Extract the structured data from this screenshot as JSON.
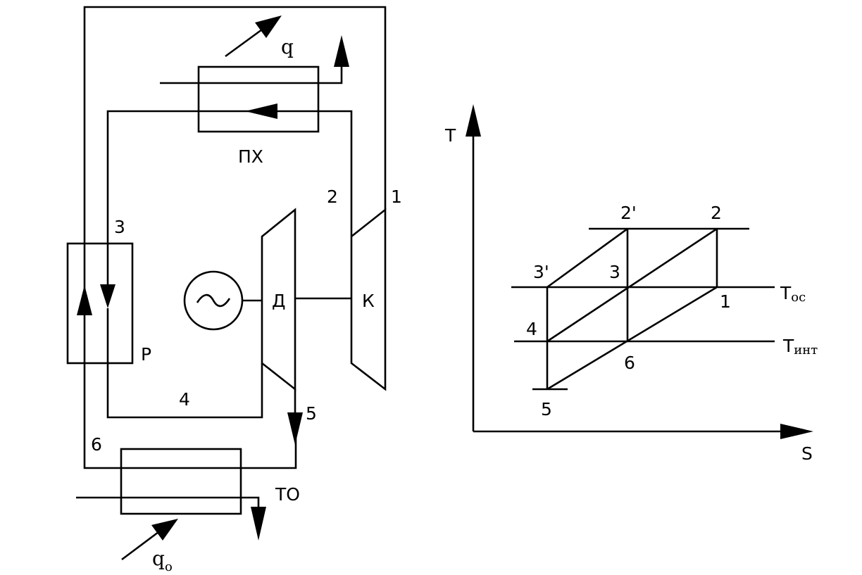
{
  "schematic": {
    "heat_out": "q",
    "heat_in_base": "q",
    "heat_in_sub": "o",
    "cooler_label": "ПХ",
    "regenerator_label": "Р",
    "expander_label": "Д",
    "compressor_label": "К",
    "heat_exchanger_label": "ТО",
    "points": {
      "p1": "1",
      "p2": "2",
      "p3": "3",
      "p4": "4",
      "p5": "5",
      "p6": "6"
    }
  },
  "ts_diagram": {
    "axis_y": "T",
    "axis_x": "S",
    "t_ambient_base": "T",
    "t_ambient_sub": "ос",
    "t_interior_base": "T",
    "t_interior_sub": "инт",
    "points": {
      "p1": "1",
      "p2": "2",
      "p2prime": "2'",
      "p3": "3",
      "p3prime": "3'",
      "p4": "4",
      "p5": "5",
      "p6": "6"
    }
  }
}
